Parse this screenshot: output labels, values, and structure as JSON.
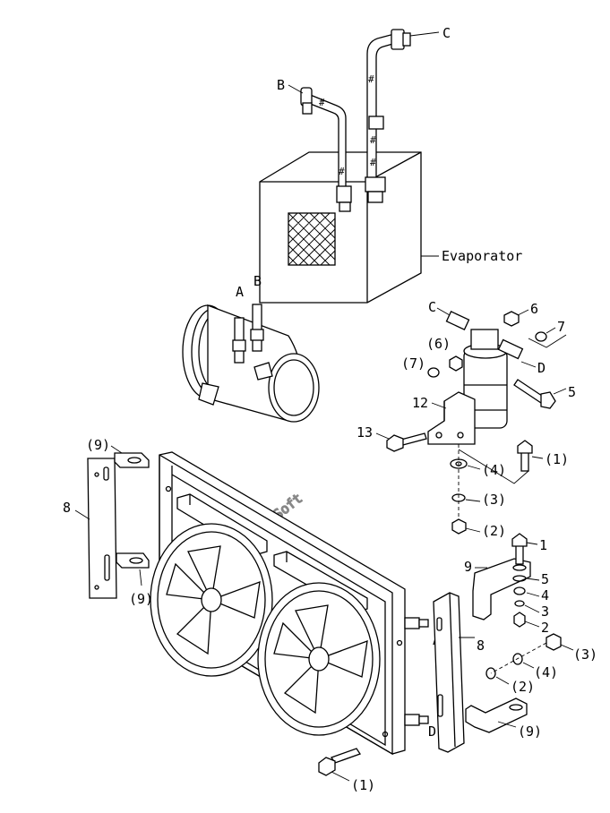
{
  "watermark": "AutoSoft",
  "labels": {
    "evaporator": "Evaporator",
    "a": "A",
    "b": "B",
    "c": "C",
    "d": "D",
    "n1": "1",
    "n2": "2",
    "n3": "3",
    "n4": "4",
    "n5": "5",
    "n6": "6",
    "n7": "7",
    "n8": "8",
    "n9": "9",
    "n12": "12",
    "n13": "13",
    "p1": "(1)",
    "p2": "(2)",
    "p3": "(3)",
    "p4": "(4)",
    "p6": "(6)",
    "p7": "(7)",
    "p9": "(9)"
  },
  "callouts": [
    {
      "id": "c-pipe",
      "label": "C"
    },
    {
      "id": "b-pipe",
      "label": "B"
    },
    {
      "id": "a-compressor",
      "label": "A"
    },
    {
      "id": "b-compressor",
      "label": "B"
    },
    {
      "id": "c-drier",
      "label": "C"
    },
    {
      "id": "d-drier",
      "label": "D"
    },
    {
      "id": "a-condenser",
      "label": "A"
    },
    {
      "id": "d-condenser",
      "label": "D"
    }
  ]
}
